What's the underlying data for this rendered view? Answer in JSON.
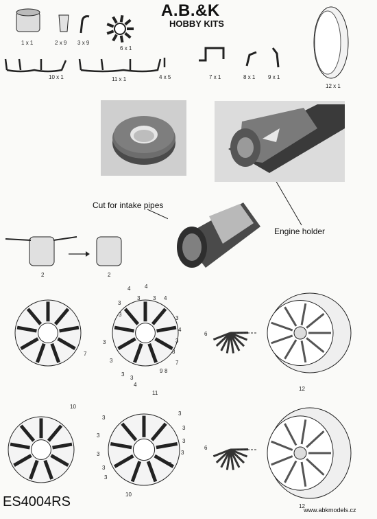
{
  "header": {
    "brand": "A.B.&K",
    "subtitle": "HOBBY KITS"
  },
  "parts": [
    {
      "num": "1",
      "qty": "x 1"
    },
    {
      "num": "2",
      "qty": "x 9"
    },
    {
      "num": "3",
      "qty": "x 9"
    },
    {
      "num": "6",
      "qty": "x 1"
    },
    {
      "num": "12",
      "qty": "x 1"
    },
    {
      "num": "10",
      "qty": "x 1"
    },
    {
      "num": "11",
      "qty": "x 1"
    },
    {
      "num": "4",
      "qty": "x 5"
    },
    {
      "num": "7",
      "qty": "x 1"
    },
    {
      "num": "8",
      "qty": "x 1"
    },
    {
      "num": "9",
      "qty": "x 1"
    }
  ],
  "annotations": {
    "cut_intake": "Cut for intake pipes",
    "engine_holder": "Engine holder"
  },
  "step_labels": {
    "cut_before": "2",
    "cut_after": "2"
  },
  "callouts": {
    "assembly_a": [
      "7"
    ],
    "assembly_b": [
      "4",
      "4",
      "3",
      "3",
      "3",
      "4",
      "3",
      "3",
      "4",
      "3",
      "3",
      "3",
      "7",
      "3",
      "8",
      "3",
      "9",
      "3",
      "4"
    ],
    "assembly_c": [
      "6",
      "12"
    ],
    "assembly_d": [
      "10"
    ],
    "assembly_e": [
      "11",
      "3",
      "3",
      "3",
      "3",
      "3",
      "3",
      "3",
      "3",
      "3",
      "3",
      "10"
    ],
    "assembly_f": [
      "6",
      "12"
    ]
  },
  "footer": {
    "code": "ES4004RS",
    "url": "www.abkmodels.cz"
  }
}
